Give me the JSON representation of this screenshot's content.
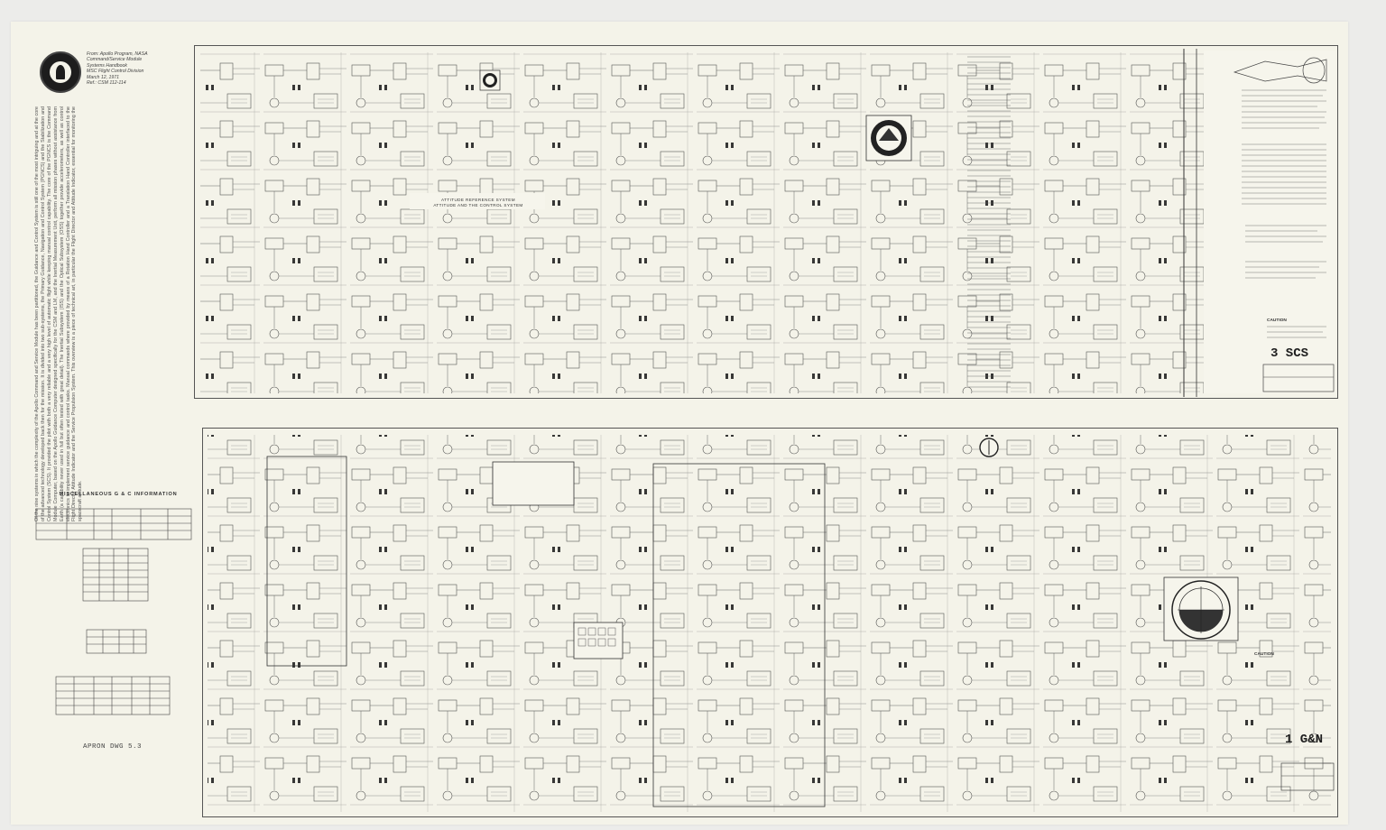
{
  "header": {
    "source_lines": [
      "From: Apollo Program, NASA",
      "Command/Service Module",
      "Systems Handbook",
      "MSC Flight Control Division",
      "March 12, 1971",
      "Ref.: CSM 112-114"
    ]
  },
  "intro": {
    "text": "Of the nine systems in which the complexity of the Apollo Command and Service Module has been partitioned, the Guidance and Control System is still one of the most intriguing and at the core of the advanced technology developed back then for the mission. It is divided into two sub-systems, the Primary Guidance, Navigation and Control System (PGNCS) and the Stabilization and Control System (SCS). It provided the pilot with both a very reliable and a very high level of automatic flight while keeping manual control capability. The core of the PGNCS is the Command Module Computer, based on the Apollo Guidance Computer designed specifically for the CSM and LM, and the Inertial Measurement Unit, perform all mission phases without assistance from Earth (a capability never used in full but often tested with great detail). The Inertial Subsystem (ISS) and the Optical Subsystem (OSS) together provide accelerometers, as well as control electronics to implement service guidance and control tasks. Manual commands where provided by means of a Rotation Hand Controller and a Translation Hand Controller interfaced to the Flight Director Attitude Indicator and the Service Propulsion System. This overview is a piece of technical art, in particular the Flight Director and Attitude Indicator, essential for monitoring the spacecraft attitude."
  },
  "sidebar": {
    "misc_title": "MISCELLANEOUS G & C INFORMATION",
    "apron_label": "APRON DWG 5.3"
  },
  "panels": {
    "top": {
      "system_label": "3 SCS",
      "heading_line1": "ATTITUDE REFERENCE SYSTEM",
      "heading_line2": "ATTITUDE AND THE CONTROL SYSTEM",
      "caution": "CAUTION"
    },
    "bottom": {
      "system_label": "1 G&N",
      "caution": "CAUTION"
    }
  }
}
